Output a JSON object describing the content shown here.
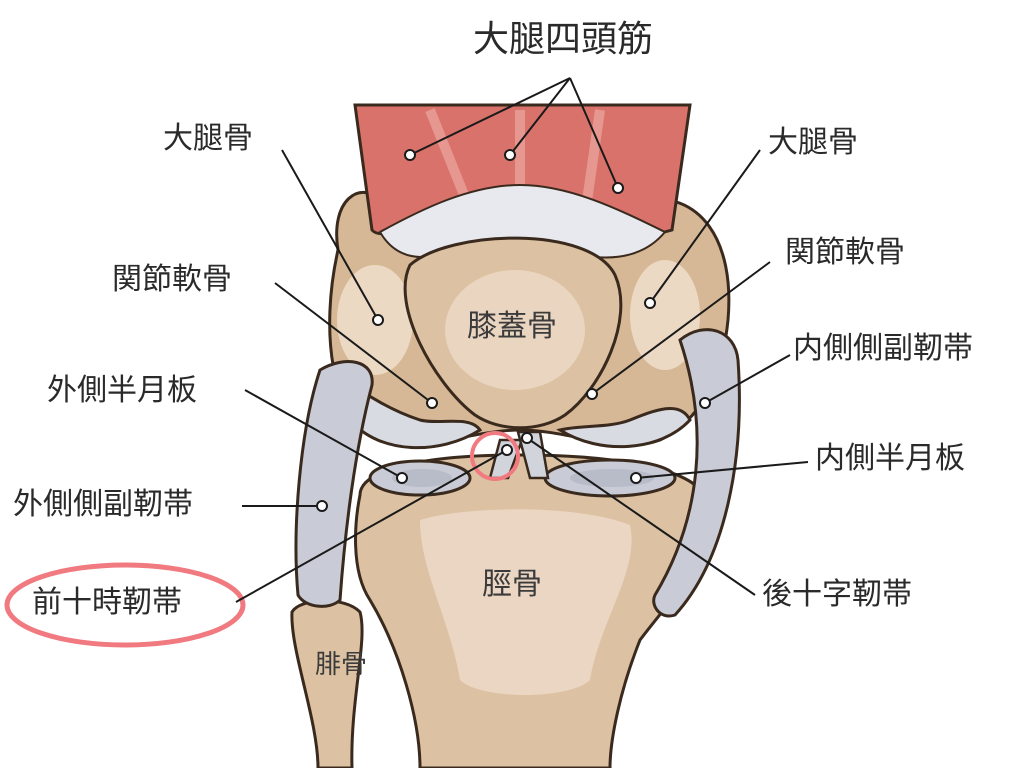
{
  "labels": {
    "quadriceps": "大腿四頭筋",
    "femur_left": "大腿骨",
    "femur_right": "大腿骨",
    "cartilage_left": "関節軟骨",
    "cartilage_right": "関節軟骨",
    "patella": "膝蓋骨",
    "lateral_meniscus": "外側半月板",
    "medial_meniscus": "内側半月板",
    "lateral_collateral_ligament": "外側側副靭帯",
    "medial_collateral_ligament": "内側側副靭帯",
    "anterior_cruciate_ligament": "前十時靭帯",
    "posterior_cruciate_ligament": "後十字靭帯",
    "tibia": "脛骨",
    "fibula": "腓骨"
  },
  "colors": {
    "highlight": "#f07a80",
    "muscle": "#d9726a",
    "bone": "#dcc1a2",
    "bone_shade": "#c9a988",
    "ligament": "#c9ccd6",
    "leader_line": "#1a1a1a"
  }
}
